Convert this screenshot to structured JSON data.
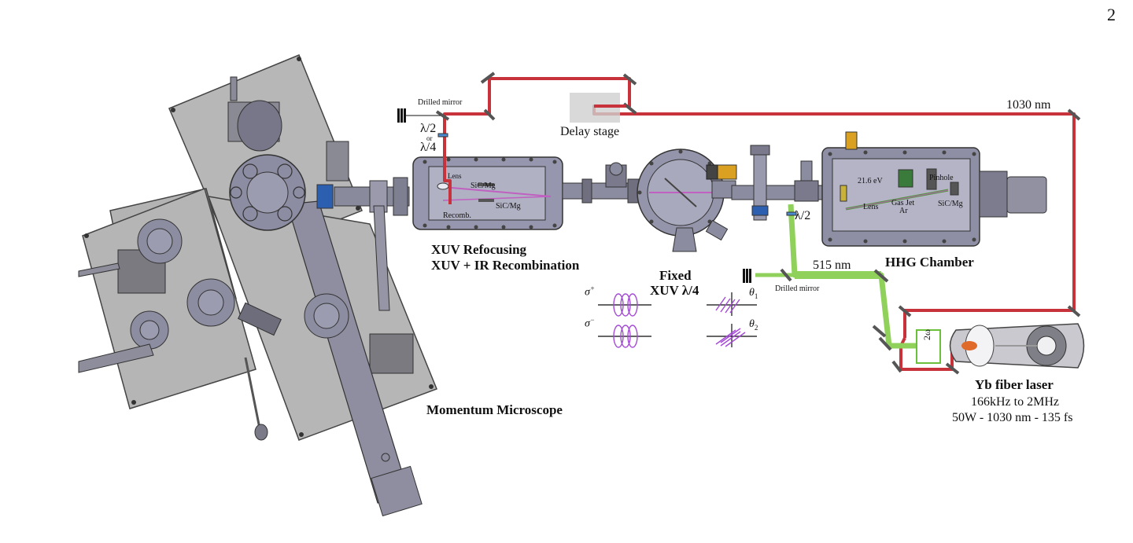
{
  "page_number": "2",
  "labels": {
    "momentum_microscope": "Momentum Microscope",
    "xuv_refocusing": "XUV Refocusing",
    "xuv_ir_recombination": "XUV + IR Recombination",
    "fixed": "Fixed",
    "xuv_quarter_wave": "XUV λ/4",
    "hhg_chamber": "HHG Chamber",
    "yb_fiber_laser": "Yb fiber laser",
    "rep_rate": "166kHz to 2MHz",
    "laser_specs": "50W - 1030 nm - 135 fs",
    "wavelength_ir": "1030 nm",
    "wavelength_green": "515 nm",
    "delay_stage": "Delay stage",
    "drilled_mirror_top": "Drilled mirror",
    "drilled_mirror_bottom": "Drilled mirror",
    "half_wave_top": "λ/2",
    "or": "or",
    "quarter_wave": "λ/4",
    "half_wave_green": "λ/2",
    "lens_refocus": "Lens",
    "sic_mg_refocus_1": "SiC/Mg",
    "sic_mg_refocus_2": "SiC/Mg",
    "recomb": "Recomb.",
    "energy": "21.6 eV",
    "pinhole": "Pinhole",
    "lens_hhg": "Lens",
    "gas_jet": "Gas Jet",
    "gas_species": "Ar",
    "sic_mg_hhg": "SiC/Mg",
    "doubler": "2ω",
    "sigma_plus": "σ",
    "sigma_plus_sup": "+",
    "sigma_minus": "σ",
    "sigma_minus_sup": "−",
    "theta1": "θ",
    "theta1_sub": "1",
    "theta2": "θ",
    "theta2_sub": "2"
  },
  "colors": {
    "ir_beam": "#c8323a",
    "green_beam": "#8fd15a",
    "chamber": "#9a9aa6",
    "plate": "#b4b4b4",
    "polarization": "#a44ad6",
    "delay_box": "#cfcfcf"
  }
}
